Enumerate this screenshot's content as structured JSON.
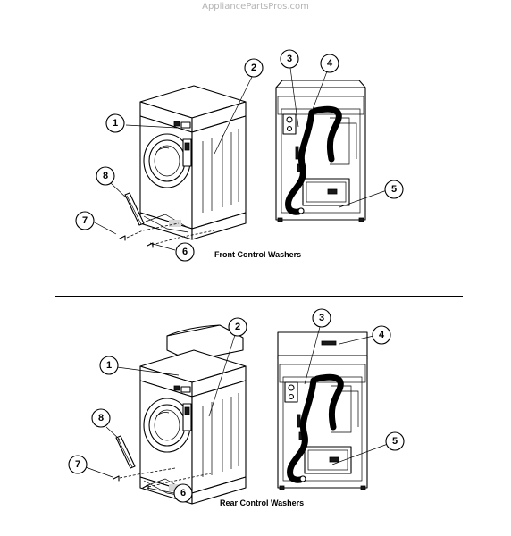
{
  "watermark": "AppliancePartsPros.com",
  "sections": [
    {
      "caption": "Front Control Washers",
      "callouts": [
        "1",
        "2",
        "3",
        "4",
        "5",
        "6",
        "7",
        "8"
      ]
    },
    {
      "caption": "Rear Control Washers",
      "callouts": [
        "1",
        "2",
        "3",
        "4",
        "5",
        "6",
        "7",
        "8"
      ]
    }
  ]
}
